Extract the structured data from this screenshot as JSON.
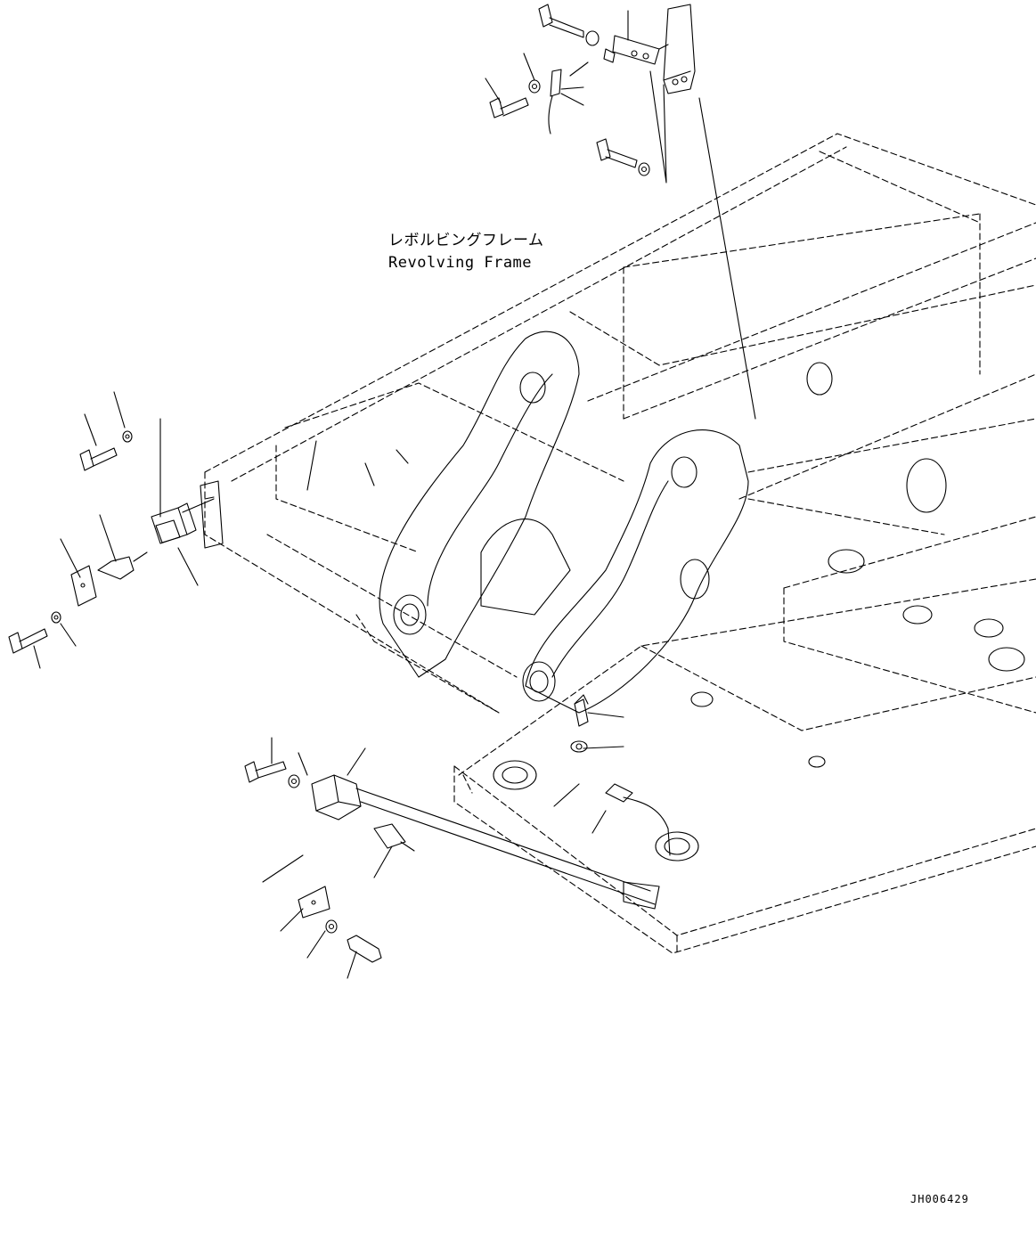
{
  "labels": {
    "frame_jp": "レボルビングフレーム",
    "frame_en": "Revolving Frame",
    "drawing_id": "JH006429"
  },
  "colors": {
    "line": "#000000",
    "background": "#ffffff"
  }
}
